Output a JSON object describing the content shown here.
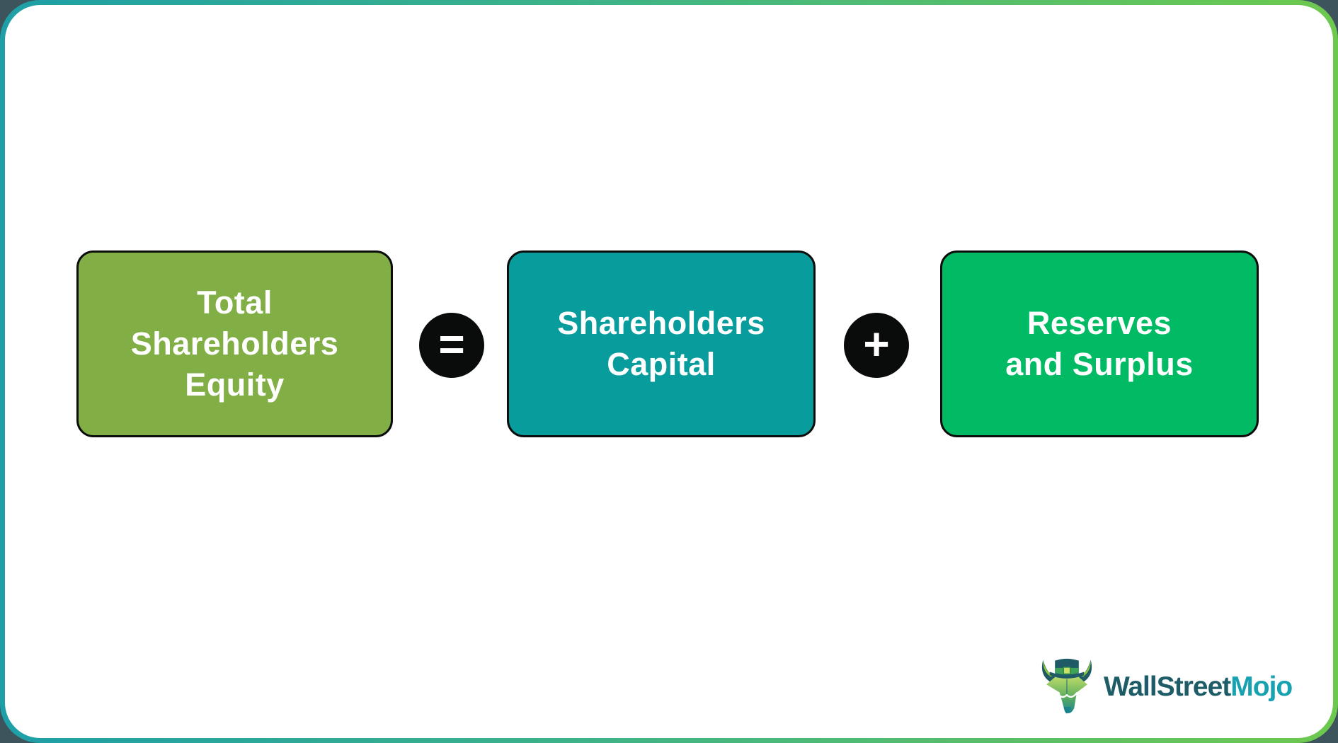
{
  "formula": {
    "total": {
      "label": "Total Shareholders Equity",
      "lines": [
        "Total",
        "Shareholders",
        "Equity"
      ]
    },
    "equals_operator": "=",
    "capital": {
      "label": "Shareholders Capital",
      "lines": [
        "Shareholders",
        "Capital"
      ]
    },
    "plus_operator": "+",
    "reserves": {
      "label": "Reserves and Surplus",
      "lines": [
        "Reserves",
        "and Surplus"
      ]
    }
  },
  "branding": {
    "brand_part1": "WallStreet",
    "brand_part2": "Mojo"
  },
  "colors": {
    "box_total": "#82AE46",
    "box_capital": "#089D9C",
    "box_reserves": "#00BA64",
    "operator_bg": "#0A0B0B",
    "box_text": "#FFFFFF",
    "brand_part1_color": "#1E5D68",
    "brand_part2_color": "#18A2B1",
    "frame_gradient_start": "#1E9FA7",
    "frame_gradient_end": "#6DC94E",
    "outer_background": "#3E545C",
    "card_background": "#FFFFFF"
  }
}
